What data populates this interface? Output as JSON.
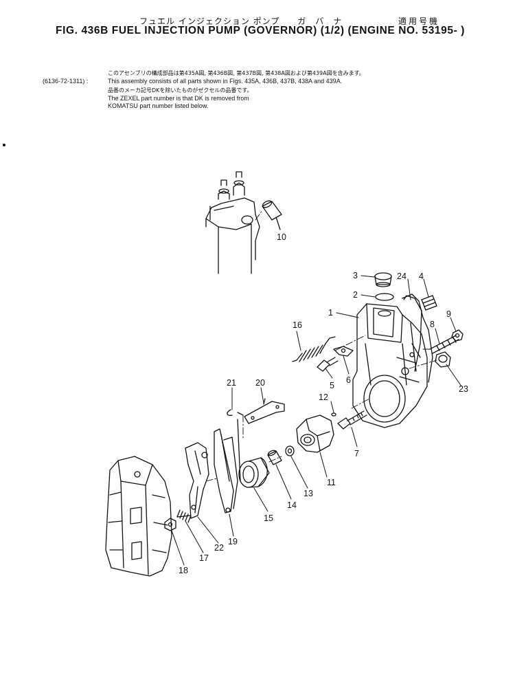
{
  "header": {
    "jp_title": "フュエル インジェクション ポンプ　　ガ　バ　ナ",
    "jp_applicable": "適用号機",
    "title": "FIG. 436B  FUEL  INJECTION  PUMP  (GOVERNOR)  (1/2)  (ENGINE  NO. 53195- )"
  },
  "notes": {
    "jp_line1": "このアセンブリの構成部品は第435A図, 第436B図, 第437B図, 第438A図および第439A図を含みます。",
    "assembly_part_number": "(6136-72-1311) :",
    "en_line1": "This assembly consists of all parts shown in Figs. 435A, 436B, 437B, 438A and 439A.",
    "jp_line2": "品番のメーカ記号DKを除いたものがゼクセルの品番です。",
    "en_line2": "The ZEXEL part number is that DK is removed from",
    "en_line3": "KOMATSU part number listed below."
  },
  "callouts": [
    "1",
    "2",
    "3",
    "4",
    "5",
    "6",
    "7",
    "8",
    "9",
    "10",
    "11",
    "12",
    "13",
    "14",
    "15",
    "16",
    "17",
    "18",
    "19",
    "20",
    "21",
    "22",
    "23",
    "24"
  ]
}
